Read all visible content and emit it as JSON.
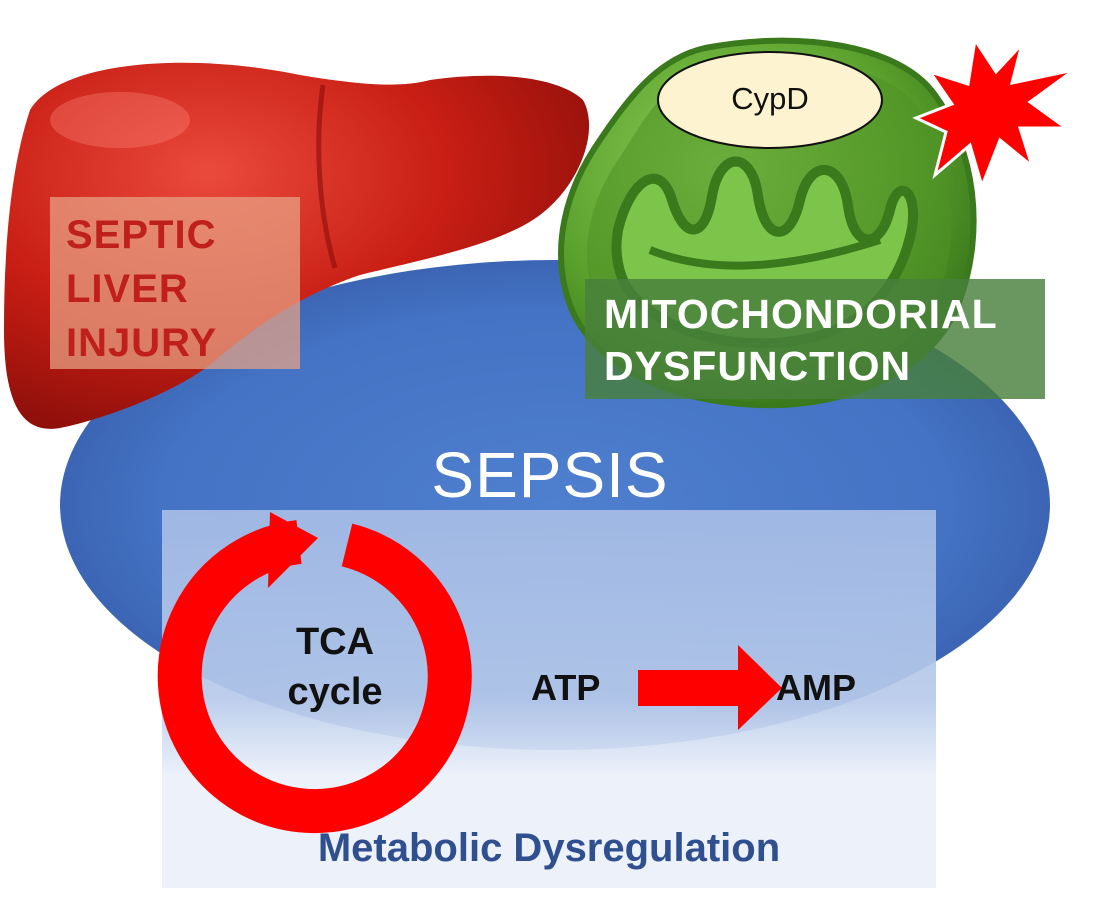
{
  "title": "",
  "labels": {
    "liver": "SEPTIC\nLIVER\nINJURY",
    "mito": "MITOCHONDORIAL\nDYSFUNCTION",
    "sepsis": "SEPSIS",
    "cypd": "CypD",
    "tca": "TCA\ncycle",
    "atp": "ATP",
    "amp": "AMP",
    "metabolic": "Metabolic Dysregulation"
  },
  "colors": {
    "sepsis_ellipse": "#4472c4",
    "liver": "#c81e14",
    "mitochondrion": "#5aa02c",
    "cycle_arrow": "#ff0000",
    "flow_arrow": "#ff0000",
    "metabolic_panel": "#dce6f5",
    "metabolic_text": "#2f4f8f"
  },
  "icons": [
    "liver-icon",
    "mitochondrion-icon",
    "red-burst-icon",
    "cycle-arrow-icon",
    "flow-arrow-icon"
  ]
}
